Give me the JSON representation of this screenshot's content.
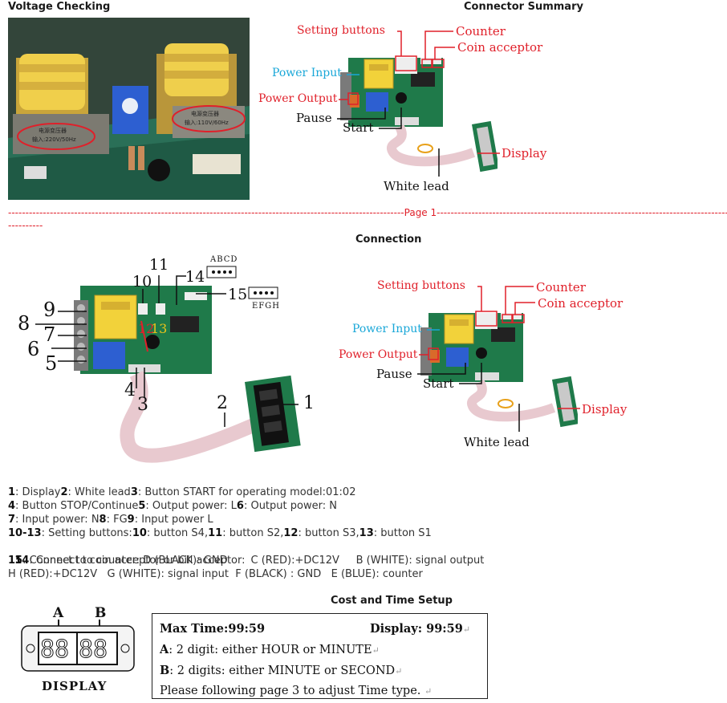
{
  "section_titles": {
    "voltage": "Voltage Checking",
    "summary": "Connector Summary",
    "connection": "Connection",
    "setup": "Cost and Time Setup"
  },
  "photo": {
    "label_left_1": "电源变压器",
    "label_left_2": "输入:220V/50Hz",
    "label_right_1": "电源变压器",
    "label_right_2": "输入:110V/60Hz"
  },
  "summary_labels": {
    "setting_buttons": "Setting buttons",
    "counter": "Counter",
    "coin_acceptor": "Coin acceptor",
    "power_input": "Power Input",
    "power_output": "Power Output",
    "pause": "Pause",
    "start": "Start",
    "display": "Display",
    "white_lead": "White lead"
  },
  "page_separator": {
    "text": "Page 1",
    "left_dashes": "------------------------------------------------------------------------------------------------------------------",
    "right_dashes": "------------------------------------------------------------------------------------------------------------------------------------------------------------",
    "wrap_dashes": "----------"
  },
  "connection_labels": {
    "n1": "1",
    "n2": "2",
    "n3": "3",
    "n4": "4",
    "n5": "5",
    "n6": "6",
    "n7": "7",
    "n8": "8",
    "n9": "9",
    "n10": "10",
    "n11": "11",
    "n12": "12",
    "n13": "13",
    "n14": "14",
    "n15": "15",
    "abcd": "ABCD",
    "efgh": "EFGH"
  },
  "legend": [
    {
      "a": "1",
      "b": ": Display",
      "c": "2",
      "d": ": White lead",
      "e": "3",
      "f": ": Button START for operating model:01:02"
    },
    {
      "a": "4",
      "b": ": Button STOP/Continue",
      "c": "5",
      "d": ": Output power: L",
      "e": "6",
      "f": ": Output power: N"
    },
    {
      "a": "7",
      "b": ": Input power: N",
      "c": "8",
      "d": ": FG",
      "e": "9",
      "f": ": Input power L"
    },
    {
      "a": "10-13",
      "b": ": Setting buttons:",
      "c": "10",
      "d": ": button S4,",
      "e": "11",
      "f": ": button S2,",
      "g": "12",
      "h": ": button S3,",
      "i": "13",
      "j": ": button S1"
    },
    {
      "a": "14",
      "b": ": Connect to counter: D (BLACK): GND       C (RED):+DC12V     B (WHITE): signal output"
    },
    {
      "a": "15",
      "b": ": Connect to coin acceptor or bill acceptor:"
    },
    {
      "b": "H (RED):+DC12V   G (WHITE): signal input  F (BLACK) : GND   E (BLUE): counter"
    }
  ],
  "display_graphic": {
    "label_a": "A",
    "label_b": "B",
    "caption": "DISPLAY"
  },
  "setup_box": {
    "max_time_label": "Max Time:",
    "max_time_value": "99:59",
    "display_label": "Display: 99:59",
    "line_a_key": "A",
    "line_a_text": ": 2 digit: either HOUR or MINUTE",
    "line_b_key": "B",
    "line_b_text": ": 2 digits: either MINUTE or SECOND",
    "line_c_text": "Please following page 3 to adjust Time type. ",
    "return_mark": "↵"
  },
  "colors": {
    "red": "#e0202a",
    "blue": "#19a7d8",
    "pcb": "#1f7a4a",
    "transformer": "#f2d23a",
    "relay": "#2d5fd1"
  }
}
